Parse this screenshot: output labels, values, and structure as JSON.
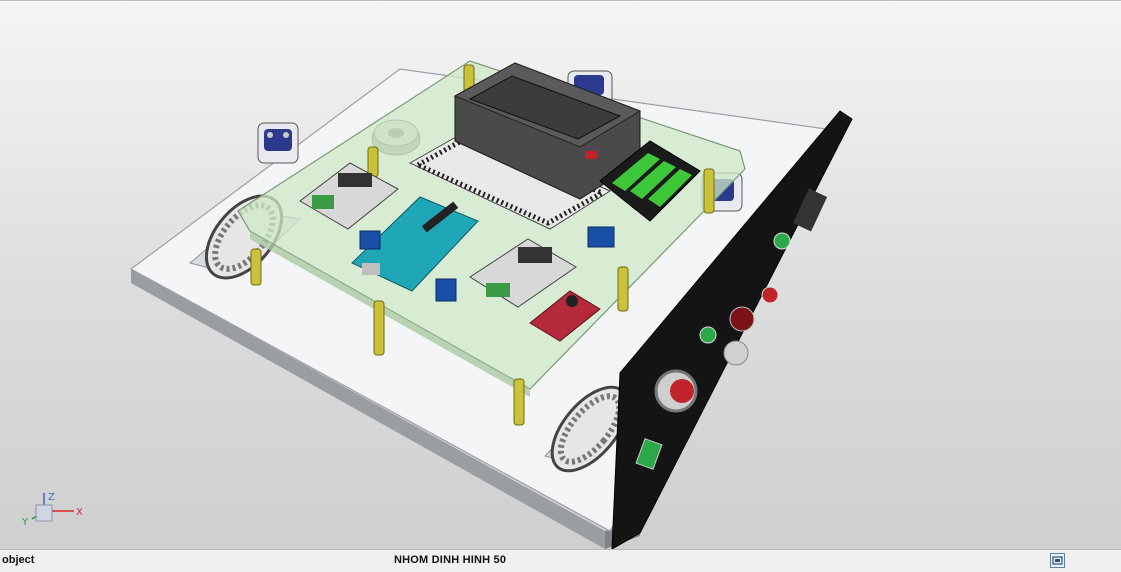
{
  "viewport": {
    "background_top": "#f5f5f5",
    "background_bottom": "#cfcfcf"
  },
  "model": {
    "plate_color": "#f4f5f6",
    "acrylic_color": "#cfe8c8",
    "standoff_color": "#c9c23a",
    "panel_color": "#141414",
    "arduino_color": "#1fa7b8",
    "battery_color": "#3fc73a",
    "lcd_color": "#4a4a4a",
    "terminal_color": "#3b9a46",
    "relay_color": "#1a4fa8",
    "button_green": "#2aa84a",
    "button_red": "#c0242a"
  },
  "triad": {
    "x_label": "X",
    "y_label": "Y",
    "z_label": "Z",
    "x_color": "#d9262b",
    "y_color": "#2a9b3a",
    "z_color": "#3c6fc8"
  },
  "statusbar": {
    "left_text": "object",
    "center_text": "NHOM DINH HINH 50",
    "button_icon": "fit-view-icon"
  }
}
